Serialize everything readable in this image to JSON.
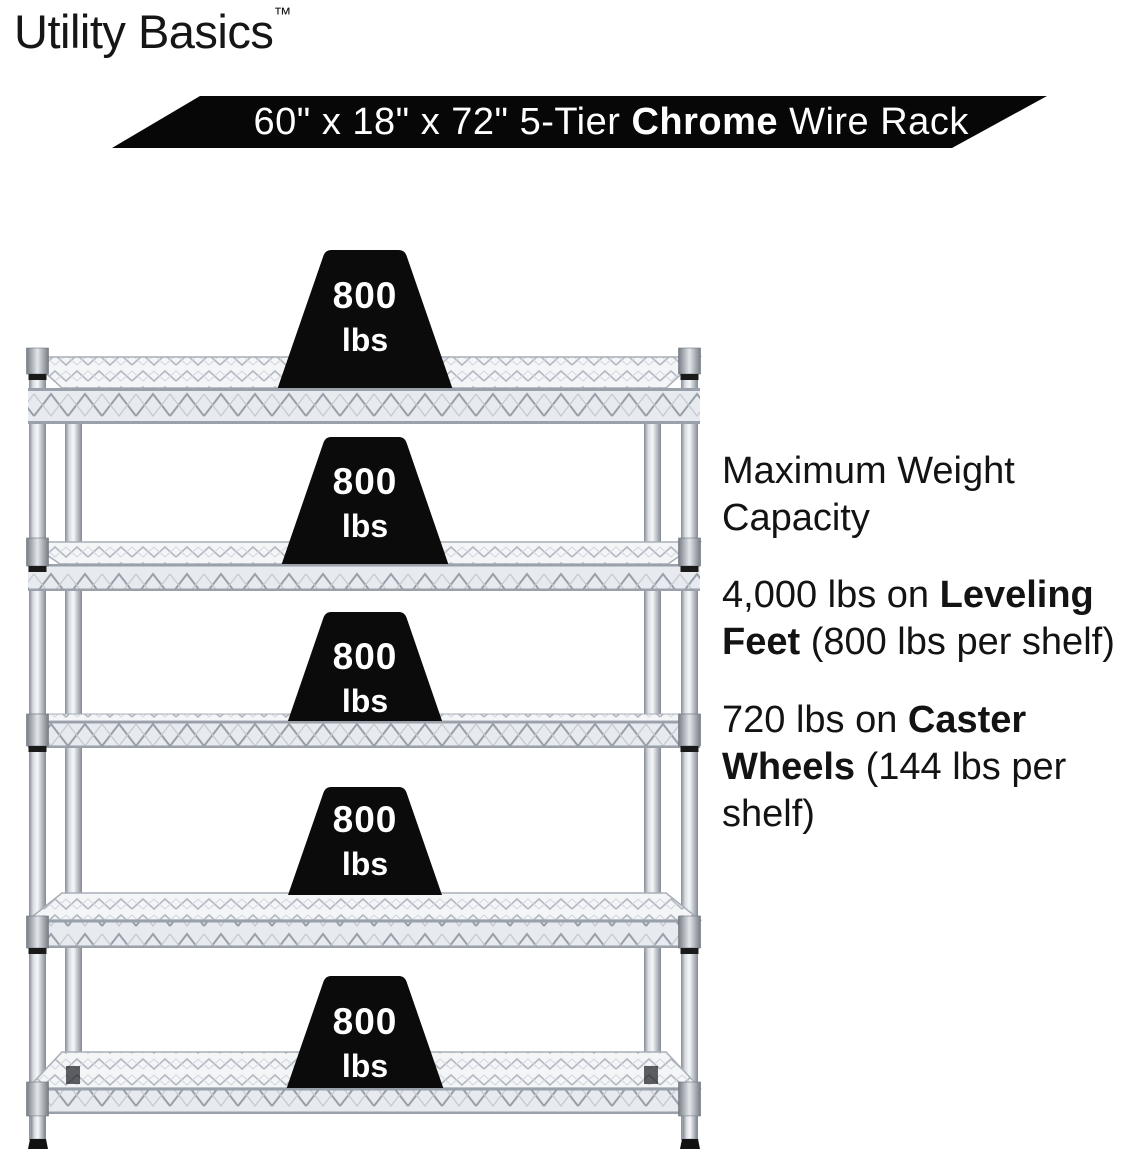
{
  "brand": {
    "name": "Utility Basics",
    "trademark": "™"
  },
  "banner": {
    "size_prefix": "60\" x 18\" x 72\" 5-Tier ",
    "highlight": "Chrome",
    "suffix": " Wire Rack"
  },
  "badges": [
    {
      "value": "800",
      "unit": "lbs"
    },
    {
      "value": "800",
      "unit": "lbs"
    },
    {
      "value": "800",
      "unit": "lbs"
    },
    {
      "value": "800",
      "unit": "lbs"
    },
    {
      "value": "800",
      "unit": "lbs"
    }
  ],
  "info": {
    "heading": "Maximum Weight Capacity",
    "leveling": {
      "prefix": "4,000 lbs on ",
      "bold": "Leveling Feet",
      "suffix": " (800 lbs per shelf)"
    },
    "caster": {
      "prefix": "720 lbs on ",
      "bold": "Caster Wheels",
      "suffix": " (144 lbs per shelf)"
    }
  },
  "rack": {
    "description": "5-tier chrome wire shelving unit",
    "tiers": 5
  },
  "colors": {
    "banner_black": "#070707",
    "badge_black": "#0b0b0b",
    "text_dark": "#131313",
    "chrome_light": "#f4f6f8",
    "chrome_mid": "#c3c8cf",
    "chrome_dark": "#8b9199"
  }
}
